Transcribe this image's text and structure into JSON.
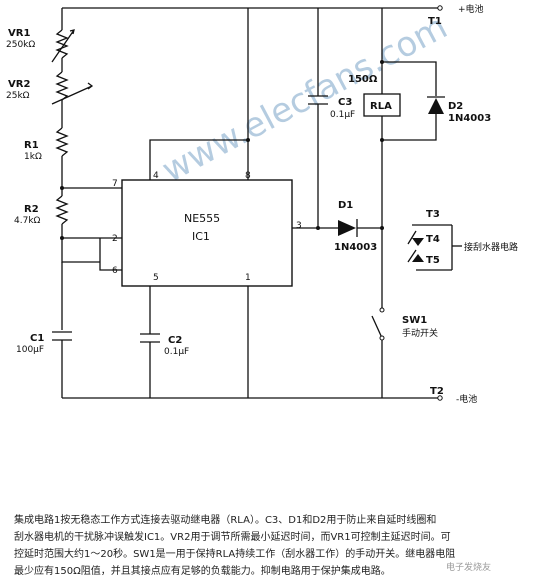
{
  "watermark": "www.elecfans.com",
  "corner_mark": "电子发烧友",
  "terminals": {
    "t1": "T1",
    "t1_note": "+电池",
    "t2": "T2",
    "t2_note": "-电池",
    "t3": "T3",
    "t4": "T4",
    "t5": "T5",
    "contacts_note": "接刮水器电路"
  },
  "ic": {
    "part": "NE555",
    "ref": "IC1",
    "pins": {
      "p1": "1",
      "p2": "2",
      "p3": "3",
      "p4": "4",
      "p5": "5",
      "p6": "6",
      "p7": "7",
      "p8": "8"
    }
  },
  "components": {
    "vr1": {
      "name": "VR1",
      "value": "250kΩ"
    },
    "vr2": {
      "name": "VR2",
      "value": "25kΩ"
    },
    "r1": {
      "name": "R1",
      "value": "1kΩ"
    },
    "r2": {
      "name": "R2",
      "value": "4.7kΩ"
    },
    "c1": {
      "name": "C1",
      "value": "100μF"
    },
    "c2": {
      "name": "C2",
      "value": "0.1μF"
    },
    "c3": {
      "name": "C3",
      "value": "0.1μF"
    },
    "d1": {
      "name": "D1",
      "value": "1N4003"
    },
    "d2": {
      "name": "D2",
      "value": "1N4003"
    },
    "rrelay": {
      "value": "150Ω"
    },
    "rla": {
      "name": "RLA"
    },
    "sw1": {
      "name": "SW1",
      "note": "手动开关"
    }
  },
  "caption": [
    "集成电路1按无稳态工作方式连接去驱动继电器（RLA）。C3、D1和D2用于防止来自延时线圈和",
    "刮水器电机的干扰脉冲误触发IC1。VR2用于调节所需最小延迟时间，而VR1可控制主延迟时间。可",
    "控延时范围大约1～20秒。SW1是一用于保持RLA持续工作（刮水器工作）的手动开关。继电器电阻",
    "最少应有150Ω阻值，并且其接点应有足够的负载能力。抑制电路用于保护集成电路。"
  ]
}
